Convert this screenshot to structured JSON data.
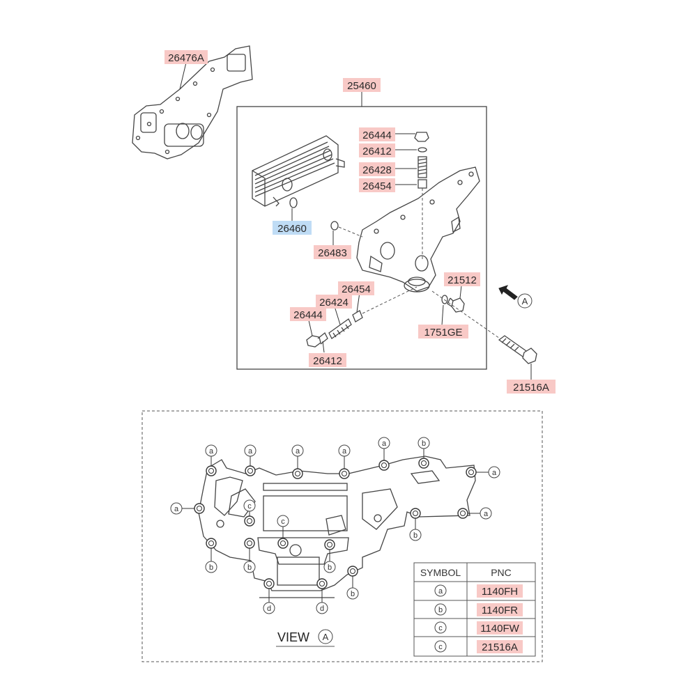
{
  "diagram": {
    "labels": {
      "gasket": "26476A",
      "assembly": "25460",
      "cooler": "26460",
      "top_plug": "26444",
      "top_washer": "26412",
      "top_spring": "26428",
      "top_valve": "26454",
      "oring": "26483",
      "side_valve": "26454",
      "side_spring": "26424",
      "side_plug": "26444",
      "side_washer": "26412",
      "drain_plug": "21512",
      "drain_gasket": "1751GE",
      "long_bolt": "21516A",
      "view_ref": "A"
    },
    "view": {
      "title": "VIEW",
      "ref": "A",
      "bolt_symbols": [
        "a",
        "a",
        "a",
        "a",
        "a",
        "b",
        "a",
        "a",
        "a",
        "c",
        "c",
        "b",
        "b",
        "b",
        "b",
        "d",
        "d",
        "b"
      ]
    },
    "table": {
      "headers": [
        "SYMBOL",
        "PNC"
      ],
      "rows": [
        {
          "symbol": "a",
          "pnc": "1140FH"
        },
        {
          "symbol": "b",
          "pnc": "1140FR"
        },
        {
          "symbol": "c",
          "pnc": "1140FW"
        },
        {
          "symbol": "c",
          "pnc": "21516A"
        }
      ]
    },
    "colors": {
      "label_highlight": "#f8c9c6",
      "label_highlight_alt": "#bfdcf5"
    }
  }
}
